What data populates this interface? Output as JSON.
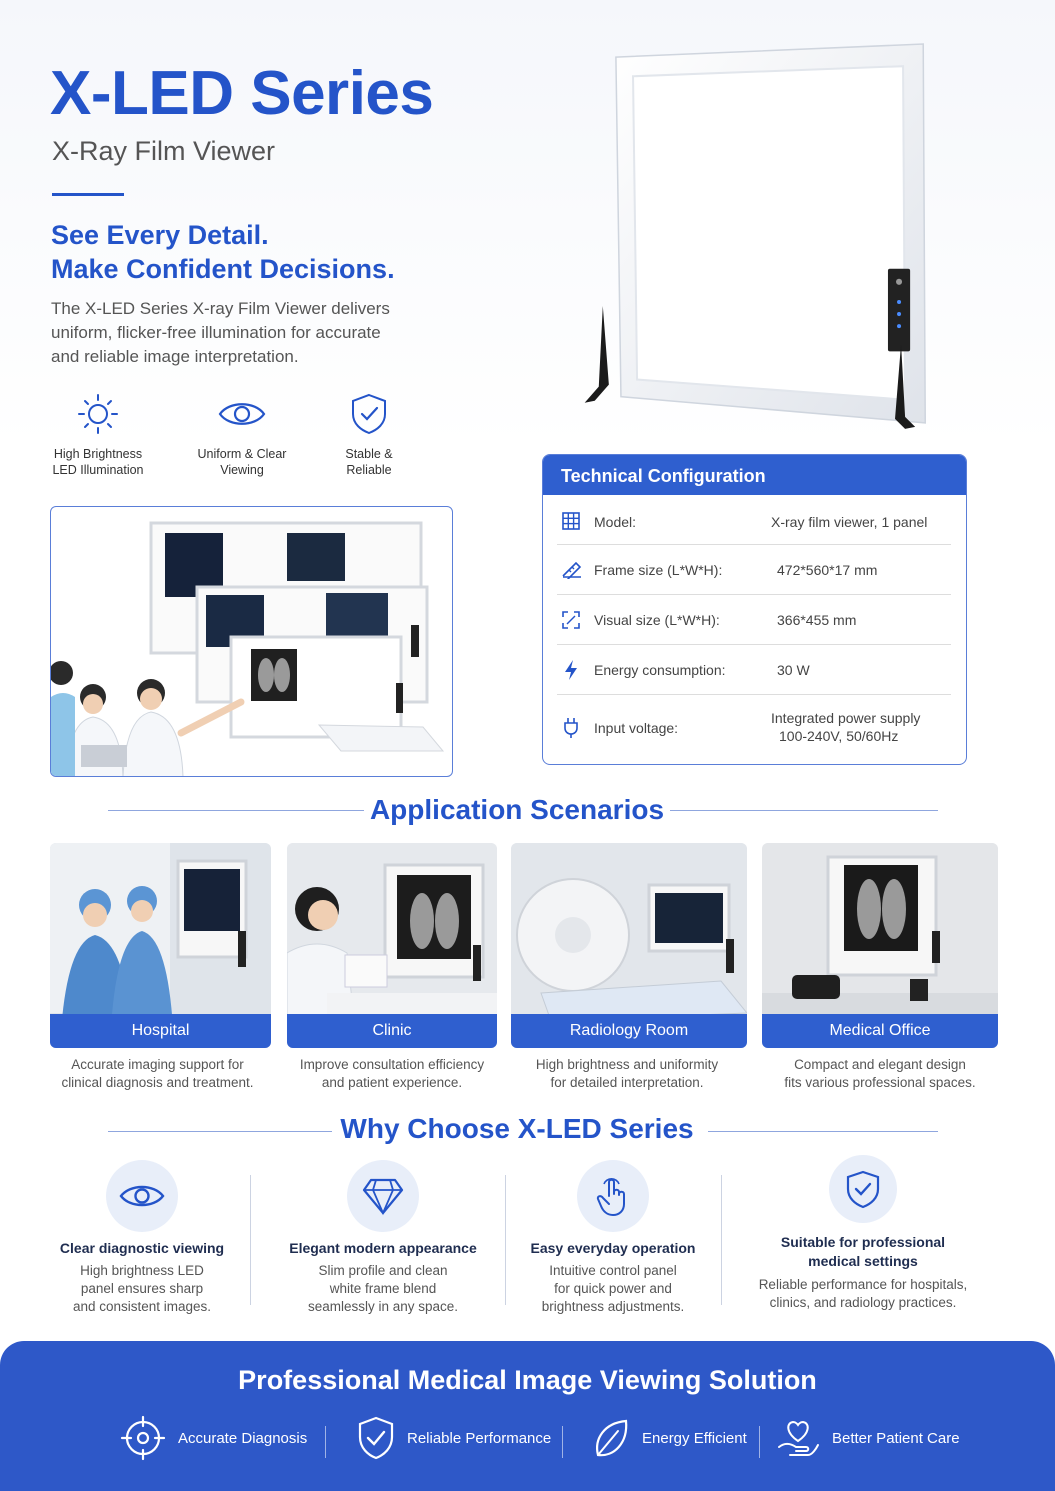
{
  "header": {
    "title": "X-LED Series",
    "subtitle": "X-Ray Film Viewer",
    "tagline_1": "See Every Detail.",
    "tagline_2": "Make Confident Decisions.",
    "intro": "The X-LED Series X-ray Film Viewer delivers uniform, flicker-free illumination for accurate and reliable image interpretation."
  },
  "features": [
    {
      "icon": "sun-icon",
      "line1": "High Brightness",
      "line2": "LED Illumination"
    },
    {
      "icon": "eye-icon",
      "line1": "Uniform & Clear",
      "line2": "Viewing"
    },
    {
      "icon": "shield-check-icon",
      "line1": "Stable &",
      "line2": "Reliable"
    }
  ],
  "tech": {
    "heading": "Technical Configuration",
    "rows": [
      {
        "icon": "grid-icon",
        "label": "Model:",
        "value": "X-ray film viewer, 1 panel"
      },
      {
        "icon": "ruler-icon",
        "label": "Frame size (L*W*H):",
        "value": "472*560*17 mm"
      },
      {
        "icon": "expand-icon",
        "label": "Visual size (L*W*H):",
        "value": "366*455 mm"
      },
      {
        "icon": "lightning-icon",
        "label": "Energy consumption:",
        "value": "30 W"
      },
      {
        "icon": "plug-icon",
        "label": "Input voltage:",
        "value_1": "Integrated power supply",
        "value_2": "100-240V, 50/60Hz"
      }
    ]
  },
  "scenarios": {
    "heading": "Application Scenarios",
    "items": [
      {
        "title": "Hospital",
        "desc_1": "Accurate imaging support for",
        "desc_2": "clinical diagnosis and treatment."
      },
      {
        "title": "Clinic",
        "desc_1": "Improve consultation efficiency",
        "desc_2": "and patient experience."
      },
      {
        "title": "Radiology Room",
        "desc_1": "High brightness and uniformity",
        "desc_2": "for detailed interpretation."
      },
      {
        "title": "Medical Office",
        "desc_1": "Compact and elegant design",
        "desc_2": "fits various professional spaces."
      }
    ]
  },
  "why": {
    "heading": "Why Choose X-LED Series",
    "items": [
      {
        "icon": "eye-icon",
        "title": "Clear diagnostic viewing",
        "d1": "High brightness LED",
        "d2": "panel ensures sharp",
        "d3": "and consistent images."
      },
      {
        "icon": "diamond-icon",
        "title": "Elegant modern appearance",
        "d1": "Slim profile and clean",
        "d2": "white frame blend",
        "d3": "seamlessly in any space."
      },
      {
        "icon": "touch-icon",
        "title": "Easy everyday operation",
        "d1": "Intuitive control panel",
        "d2": "for quick power and",
        "d3": "brightness adjustments."
      },
      {
        "icon": "shield-check-icon",
        "title_1": "Suitable for professional",
        "title_2": "medical settings",
        "d1": "Reliable performance for hospitals,",
        "d2": "clinics, and radiology practices."
      }
    ]
  },
  "footer": {
    "title": "Professional Medical Image Viewing Solution",
    "items": [
      {
        "icon": "target-icon",
        "label": "Accurate Diagnosis"
      },
      {
        "icon": "shield-check-icon",
        "label": "Reliable Performance"
      },
      {
        "icon": "leaf-icon",
        "label": "Energy Efficient"
      },
      {
        "icon": "heart-hand-icon",
        "label": "Better Patient Care"
      }
    ]
  },
  "colors": {
    "primary": "#2454c9",
    "banner": "#2f5fcf",
    "footer": "#2e58c8"
  }
}
